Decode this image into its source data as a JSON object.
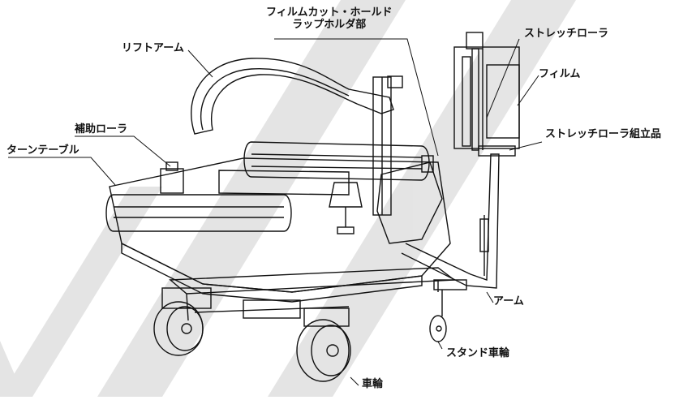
{
  "labels": {
    "lift_arm": "リフトアーム",
    "film_cut_hold_line1": "フィルムカット・ホールド",
    "film_cut_hold_line2": "ラップホルダ部",
    "stretch_roller": "ストレッチローラ",
    "film": "フィルム",
    "stretch_roller_assembly": "ストレッチローラ組立品",
    "aux_roller": "補助ローラ",
    "turntable": "ターンテーブル",
    "arm": "アーム",
    "stand_wheel": "スタンド車輪",
    "wheel": "車輪"
  },
  "colors": {
    "stripe": "#cfcfcf",
    "ink": "#111111",
    "background": "#ffffff"
  }
}
